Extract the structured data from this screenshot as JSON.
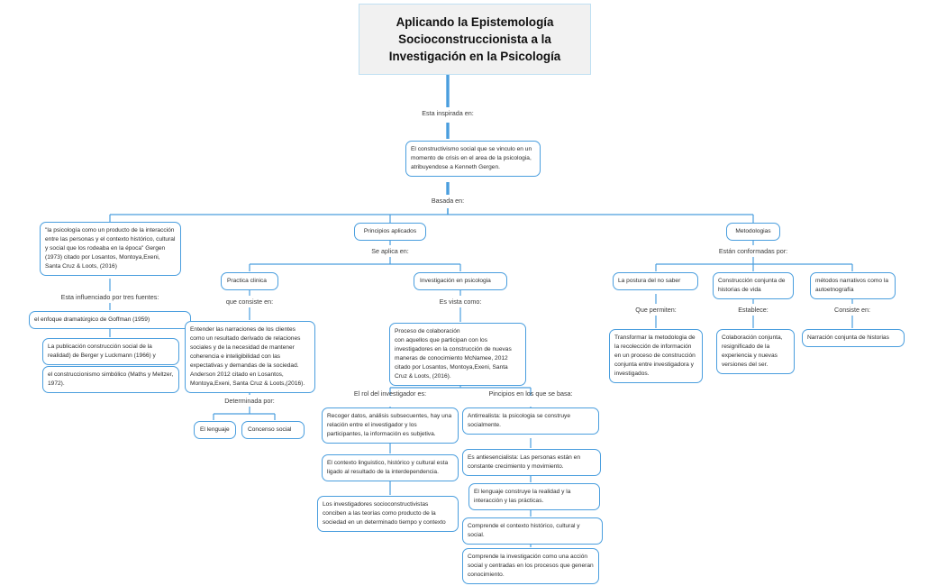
{
  "title": {
    "text": "Aplicando la Epistemología\nSocioconstruccionista a la\nInvestigación en la Psicología"
  },
  "colors": {
    "node_border": "#4a9ede",
    "connector": "#4a9ede",
    "title_bg": "#f1f1f1",
    "title_border": "#bfe0f2",
    "text": "#2b2b2b",
    "label_text": "#3a3a3a"
  },
  "labels": {
    "inspired": "Esta inspirada en:",
    "based": "Basada en:",
    "influenced_three": "Esta influenciado por tres fuentes:",
    "applies_in": "Se aplica en:",
    "consists_of": "que consiste en:",
    "determined_by": "Determinada por:",
    "seen_as": "Es vista como:",
    "researcher_role": "El rol del investigador es:",
    "principles_based": "Pincipios en los que se basa:",
    "conformed_by": "Están conformadas por:",
    "that_allow": "Que permiten:",
    "establishes": "Establece:",
    "consists_in": "Consiste en:"
  },
  "nodes": {
    "constructivismo": "El constructivismo social que se vinculo en un momento de crisis en el area de la psicologia, atribuyendose  a Kenneth Gergen.",
    "psicologia_producto": "\"la psicología como un producto de la interacción entre las personas y el contexto histórico, cultural y social que los rodeaba en la época\" Gergen (1973)  citado por Losantos, Montoya,Exeni, Santa Cruz & Loots, (2016)",
    "fuente_goffman": "el enfoque dramatúrgico de Goffman (1959)",
    "fuente_berger": "La publicación construcción social de la realidad) de Berger y Luckmann (1966) y",
    "fuente_construccionismo": "el construccionismo simbólico (Maths y Meltzer, 1972).",
    "principios_aplicados": "Principios aplicados",
    "practica_clinica": "Practica clinica",
    "investigacion_psicologia": "Investigación en psicologia",
    "entender_narraciones": "Entender  las narraciones de los clientes como un resultado derivado de relaciones sociales y de la necesidad de mantener coherencia e inteligibilidad con las expectativas y demandas de la sociedad. Anderson 2012 citado en Losantos, Montoya,Exeni, Santa Cruz & Loots,(2016).",
    "el_lenguaje": "El lenguaje",
    "concenso_social": "Concenso social",
    "proceso_colaboracion": "Proceso de colaboración\ncon aquellos que participan con los investigadores en la construcción de nuevas maneras de conocimiento McNamee, 2012 citado por Losantos, Montoya,Exeni, Santa Cruz & Loots, (2016).",
    "recoger_datos": "Recoger datos, análisis subsecuentes, hay una relación entre el investigador y los participantes, la información es subjetiva.",
    "contexto_linguistico": "El contexto linguistico, histórico y cultural esta ligado al resultado de la interdependencia.",
    "investigadores_socio": "Los investigadores socioconstructivistas conciben a las teorías como producto de la sociedad en un determinado tiempo y contexto",
    "antirrealista": "Antirrealista: la psicologia se construye socialmente.",
    "antiesencialista": "Es antiesencialista: Las personas están en constante crecimiento y movimiento.",
    "lenguaje_construye": "El lenguaje construye la realidad y la interacción y las prácticas.",
    "comprende_contexto": "Comprende el contexto histórico, cultural y social.",
    "comprende_investigacion": "Comprende la investigación como una acción social y centradas en los procesos que generan conocimiento.",
    "metodologias": "Metodologias",
    "postura_no_saber": "La postura del no saber",
    "construccion_conjunta": "Construcción conjunta de historias de vida",
    "metodos_narrativos": "métodos narrativos como la autoetnografía",
    "transformar_metodologia": "Transformar la metodologia de la recolección de información en un proceso de construcción conjunta entre investigadora y investigados.",
    "colaboracion_conjunta": "Colaboración conjunta, resignificado de la experiencia y nuevas versiones del ser.",
    "narracion_conjunta": "Narración conjunta de historias"
  }
}
